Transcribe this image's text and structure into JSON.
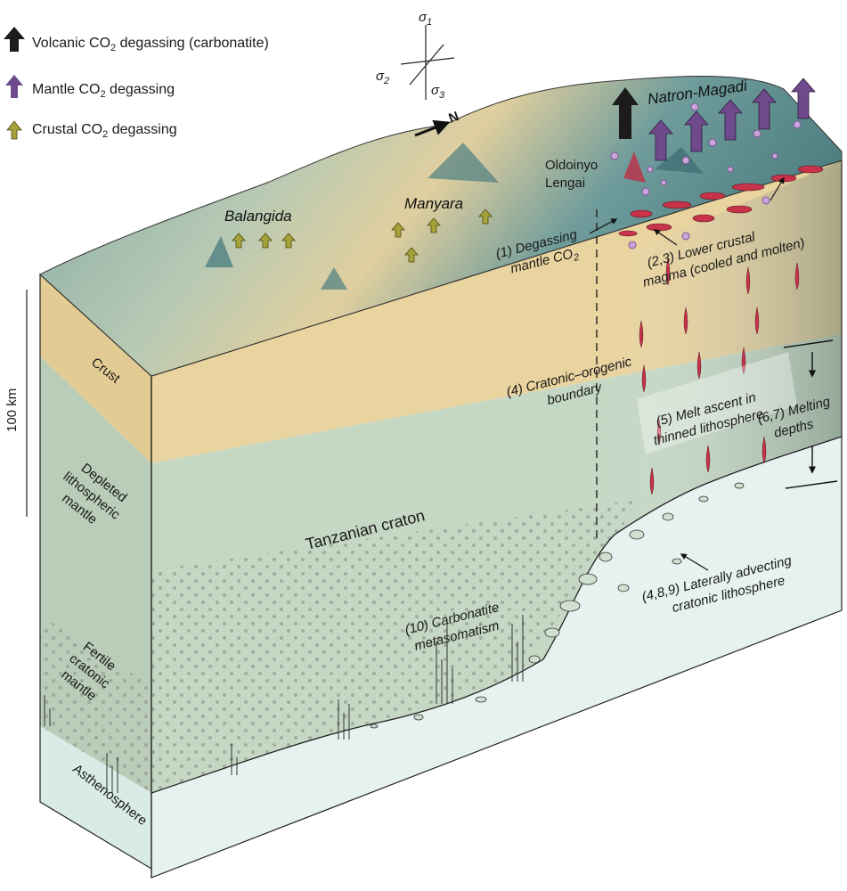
{
  "legend": [
    {
      "prefix": "Volcanic CO",
      "sub": "2",
      "suffix": " degassing (carbonatite)",
      "color": "#1c1c1c"
    },
    {
      "prefix": "Mantle CO",
      "sub": "2",
      "suffix": " degassing",
      "color": "#6e4a8c"
    },
    {
      "prefix": "Crustal CO",
      "sub": "2",
      "suffix": " degassing",
      "color": "#a6a23a"
    }
  ],
  "stress": {
    "s1": "σ",
    "s1sub": "1",
    "s2": "σ",
    "s2sub": "2",
    "s3": "σ",
    "s3sub": "3",
    "north": "N"
  },
  "places": {
    "balangida": "Balangida",
    "manyara": "Manyara",
    "oldoinyo1": "Oldoinyo",
    "oldoinyo2": "Lengai",
    "natron": "Natron-Magadi"
  },
  "scale": {
    "label": "100 km"
  },
  "layers": {
    "crust": "Crust",
    "depleted": [
      "Depleted",
      "lithospheric",
      "mantle"
    ],
    "fertile": [
      "Fertile",
      "cratonic",
      "mantle"
    ],
    "astheno": "Asthenosphere"
  },
  "craton": "Tanzanian craton",
  "annotations": {
    "a1": [
      "(1) Degassing",
      "mantle CO",
      "2"
    ],
    "a23": [
      "(2,3) Lower crustal",
      "magma (cooled and molten)"
    ],
    "a4": [
      "(4) Cratonic–orogenic",
      "boundary"
    ],
    "a5": [
      "(5) Melt ascent in",
      "thinned lithosphere"
    ],
    "a67": [
      "(6,7) Melting",
      "depths"
    ],
    "a489": [
      "(4,8,9) Laterally advecting",
      "cratonic lithosphere"
    ],
    "a10": [
      "(10) Carbonatite",
      "metasomatism"
    ]
  },
  "colors": {
    "crust": "#e9d39e",
    "depleted": "#c5d8c4",
    "fertile": "#c5d8c4",
    "astheno": "#e6f2f0",
    "terrain": "#6f9f9e",
    "magma": "#c8334a",
    "bubble": "#c9a3d9"
  }
}
